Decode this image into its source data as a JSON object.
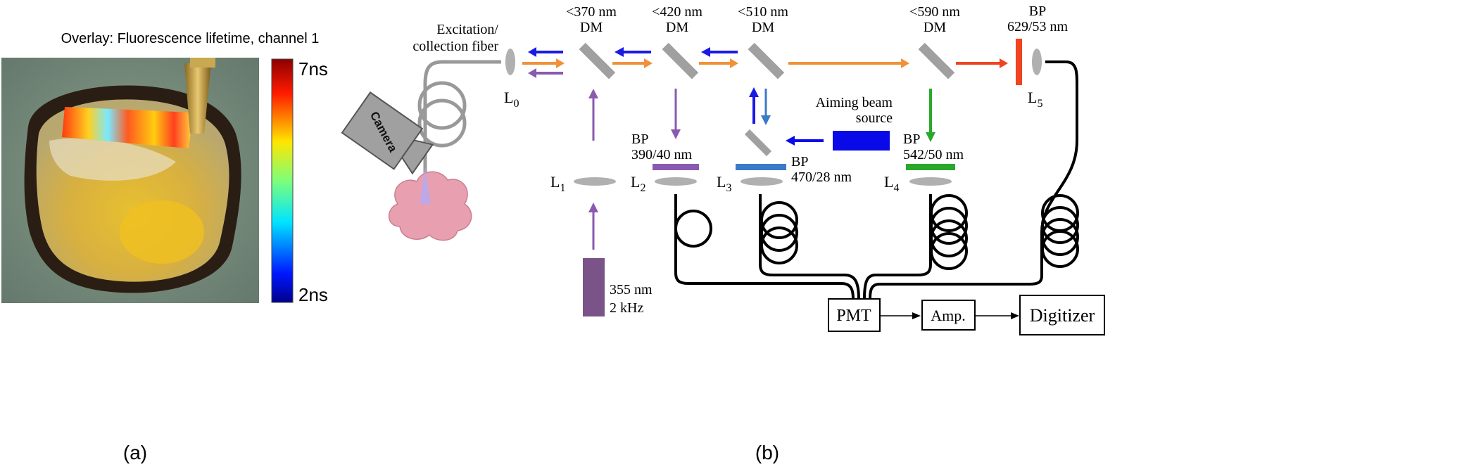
{
  "panel_a": {
    "title": "Overlay: Fluorescence lifetime, channel 1",
    "colorbar_max": "7ns",
    "colorbar_min": "2ns",
    "caption": "(a)"
  },
  "panel_b": {
    "caption": "(b)",
    "fiber_label_1": "Excitation/",
    "fiber_label_2": "collection fiber",
    "camera_label": "Camera",
    "dm1": {
      "line1": "<370 nm",
      "line2": "DM"
    },
    "dm2": {
      "line1": "<420 nm",
      "line2": "DM"
    },
    "dm3": {
      "line1": "<510 nm",
      "line2": "DM"
    },
    "dm4": {
      "line1": "<590 nm",
      "line2": "DM"
    },
    "bp5": {
      "line1": "BP",
      "line2": "629/53 nm"
    },
    "bp2": {
      "line1": "BP",
      "line2": "390/40 nm"
    },
    "bp3": {
      "line1": "BP",
      "line2": "470/28 nm"
    },
    "bp4": {
      "line1": "BP",
      "line2": "542/50 nm"
    },
    "aiming_1": "Aiming beam",
    "aiming_2": "source",
    "laser_1": "355 nm",
    "laser_2": "2 kHz",
    "lenses": {
      "L0": {
        "main": "L",
        "sub": "0"
      },
      "L1": {
        "main": "L",
        "sub": "1"
      },
      "L2": {
        "main": "L",
        "sub": "2"
      },
      "L3": {
        "main": "L",
        "sub": "3"
      },
      "L4": {
        "main": "L",
        "sub": "4"
      },
      "L5": {
        "main": "L",
        "sub": "5"
      }
    },
    "pmt": "PMT",
    "amp": "Amp.",
    "digitizer": "Digitizer"
  },
  "colors": {
    "blue": "#1a1ae6",
    "orange": "#f0913a",
    "violet": "#8a5ab0",
    "green": "#2aa82a",
    "red": "#f04420",
    "aiming": "#0a0ae8",
    "bp470": "#3a7ac8",
    "laser": "#7a5388",
    "sample": "#e8a0b0",
    "mirror": "#a0a0a0"
  }
}
